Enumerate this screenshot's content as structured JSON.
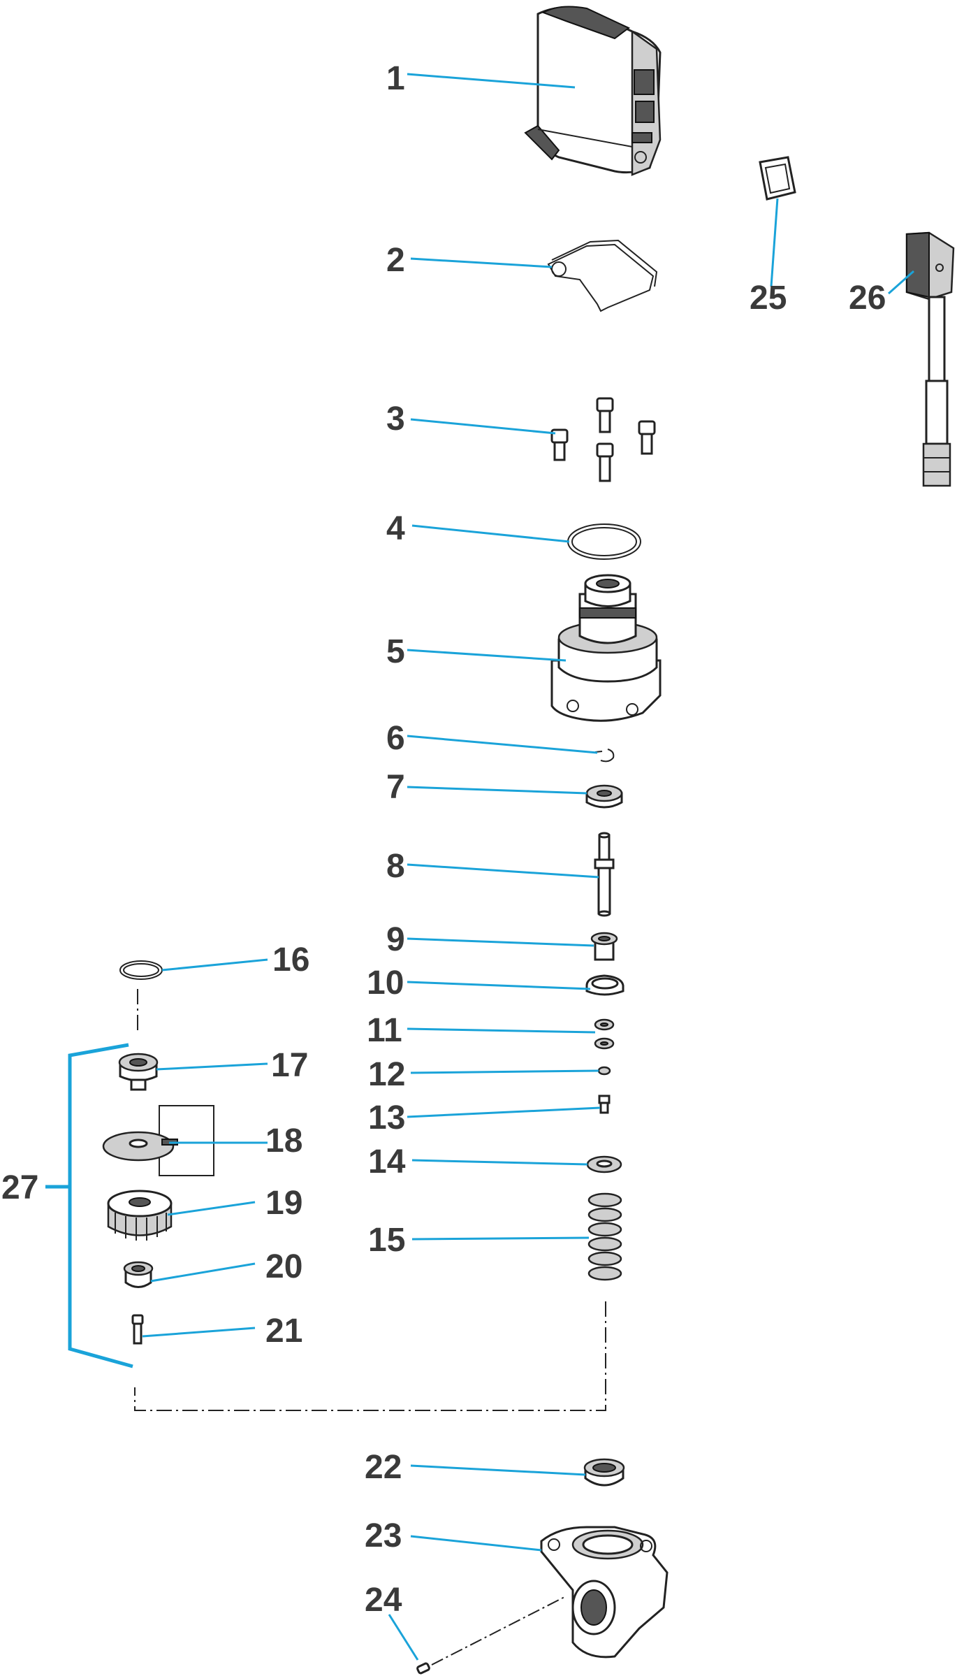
{
  "labels": {
    "p1": "1",
    "p2": "2",
    "p3": "3",
    "p4": "4",
    "p5": "5",
    "p6": "6",
    "p7": "7",
    "p8": "8",
    "p9": "9",
    "p10": "10",
    "p11": "11",
    "p12": "12",
    "p13": "13",
    "p14": "14",
    "p15": "15",
    "p16": "16",
    "p17": "17",
    "p18": "18",
    "p19": "19",
    "p20": "20",
    "p21": "21",
    "p22": "22",
    "p23": "23",
    "p24": "24",
    "p25": "25",
    "p26": "26",
    "p27": "27"
  },
  "colors": {
    "leader": "#1aa3d9",
    "label": "#3a3a3a",
    "outline": "#222222"
  }
}
